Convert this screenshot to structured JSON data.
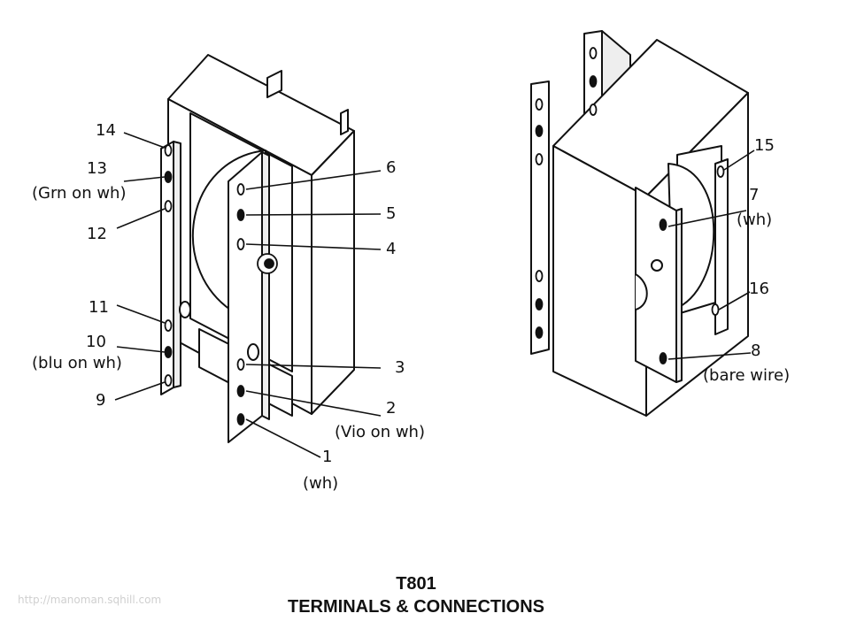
{
  "caption": {
    "title": "T801",
    "subtitle": "TERMINALS & CONNECTIONS"
  },
  "watermark": "http://manoman.sqhill.com",
  "left_transformer": {
    "labels": [
      {
        "num": "14",
        "wire": ""
      },
      {
        "num": "13",
        "wire": "(Grn on wh)"
      },
      {
        "num": "12",
        "wire": ""
      },
      {
        "num": "11",
        "wire": ""
      },
      {
        "num": "10",
        "wire": "(blu on wh)"
      },
      {
        "num": "9",
        "wire": ""
      },
      {
        "num": "6",
        "wire": ""
      },
      {
        "num": "5",
        "wire": ""
      },
      {
        "num": "4",
        "wire": ""
      },
      {
        "num": "3",
        "wire": ""
      },
      {
        "num": "2",
        "wire": "(Vio on wh)"
      },
      {
        "num": "1",
        "wire": "(wh)"
      }
    ]
  },
  "right_transformer": {
    "labels": [
      {
        "num": "15",
        "wire": ""
      },
      {
        "num": "7",
        "wire": "(wh)"
      },
      {
        "num": "16",
        "wire": ""
      },
      {
        "num": "8",
        "wire": "(bare wire)"
      }
    ]
  }
}
